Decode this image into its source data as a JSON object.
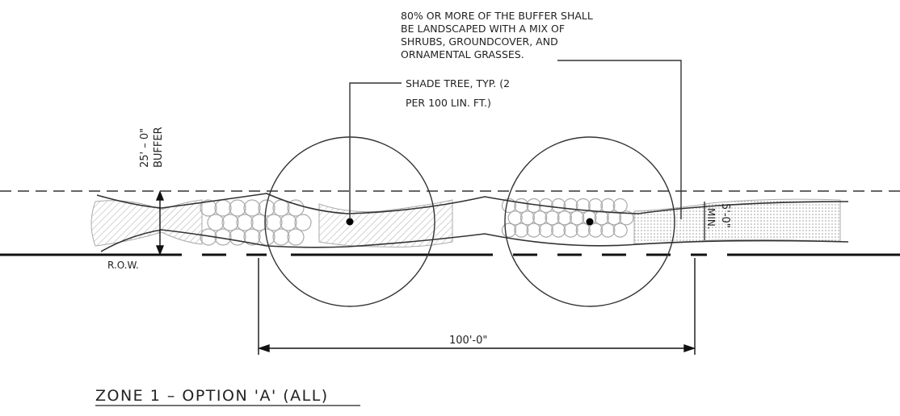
{
  "notes": {
    "landscape_note": [
      "80% OR MORE OF THE BUFFER SHALL",
      "BE LANDSCAPED WITH A MIX OF",
      "SHRUBS, GROUNDCOVER, AND",
      "ORNAMENTAL GRASSES."
    ],
    "shade_tree_note": [
      "SHADE TREE, TYP. (2",
      "PER 100 LIN. FT.)"
    ]
  },
  "dimensions": {
    "buffer_width": "25' – 0\"",
    "buffer_label": "BUFFER",
    "row_label": "R.O.W.",
    "min_width": "5'-0\"",
    "min_label": "MIN.",
    "spacing": "100'-0\""
  },
  "title": "ZONE 1 – OPTION 'A' (ALL)"
}
